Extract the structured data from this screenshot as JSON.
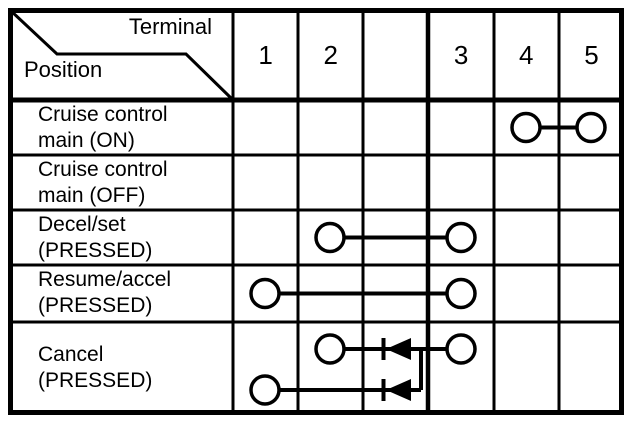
{
  "colors": {
    "ink": "#000000",
    "paper": "#ffffff"
  },
  "table": {
    "header": {
      "terminal_label": "Terminal",
      "position_label": "Position",
      "terminals": [
        "1",
        "2",
        "",
        "3",
        "4",
        "5"
      ]
    },
    "rows": [
      {
        "label": [
          "Cruise control",
          "main (ON)"
        ],
        "connections": [
          {
            "terminals": [
              "4",
              "5"
            ],
            "diode": false,
            "track": 0
          }
        ]
      },
      {
        "label": [
          "Cruise control",
          "main (OFF)"
        ],
        "connections": []
      },
      {
        "label": [
          "Decel/set",
          "(PRESSED)"
        ],
        "connections": [
          {
            "terminals": [
              "2",
              "3"
            ],
            "diode": false,
            "track": 0
          }
        ]
      },
      {
        "label": [
          "Resume/accel",
          "(PRESSED)"
        ],
        "connections": [
          {
            "terminals": [
              "1",
              "3"
            ],
            "diode": false,
            "track": 0
          }
        ]
      },
      {
        "label": [
          "Cancel",
          "(PRESSED)"
        ],
        "connections": [
          {
            "terminals": [
              "2",
              "3"
            ],
            "diode": true,
            "track": 0
          },
          {
            "terminals": [
              "1"
            ],
            "diode": true,
            "track": 1,
            "ends_at_junction": true
          }
        ],
        "junction_between_tracks": true
      }
    ]
  }
}
